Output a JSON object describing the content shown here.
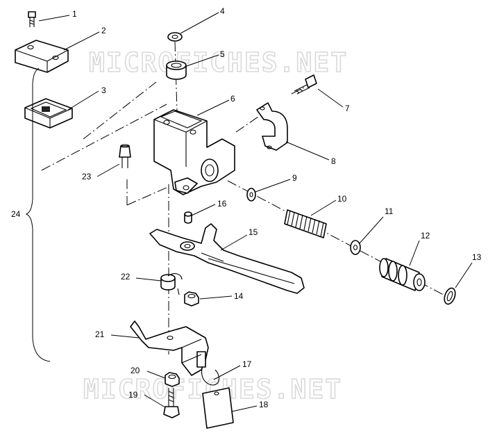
{
  "watermark": {
    "text": "MICROFICHES.NET"
  },
  "callouts": [
    {
      "id": "1",
      "text": "1"
    },
    {
      "id": "2",
      "text": "2"
    },
    {
      "id": "3",
      "text": "3"
    },
    {
      "id": "4",
      "text": "4"
    },
    {
      "id": "5",
      "text": "5"
    },
    {
      "id": "6",
      "text": "6"
    },
    {
      "id": "7",
      "text": "7"
    },
    {
      "id": "8",
      "text": "8"
    },
    {
      "id": "9",
      "text": "9"
    },
    {
      "id": "10",
      "text": "10"
    },
    {
      "id": "11",
      "text": "11"
    },
    {
      "id": "12",
      "text": "12"
    },
    {
      "id": "13",
      "text": "13"
    },
    {
      "id": "14",
      "text": "14"
    },
    {
      "id": "15",
      "text": "15"
    },
    {
      "id": "16",
      "text": "16"
    },
    {
      "id": "17",
      "text": "17"
    },
    {
      "id": "18",
      "text": "18"
    },
    {
      "id": "19",
      "text": "19"
    },
    {
      "id": "20",
      "text": "20"
    },
    {
      "id": "21",
      "text": "21"
    },
    {
      "id": "22",
      "text": "22"
    },
    {
      "id": "23",
      "text": "23"
    },
    {
      "id": "24",
      "text": "24"
    }
  ]
}
